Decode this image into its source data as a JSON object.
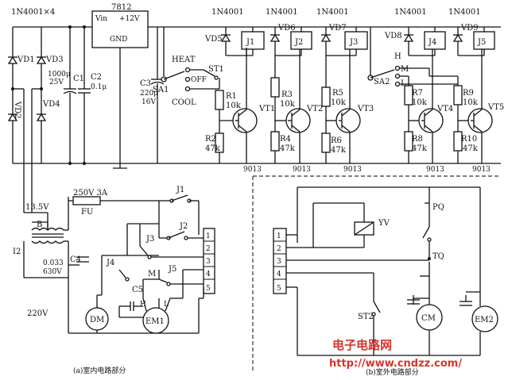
{
  "labels": {
    "bridge": "1N4001×4",
    "reg": "7812",
    "reg_in": "Vin",
    "reg_out": "+12V",
    "reg_gnd": "GND",
    "vd1": "VD1",
    "vd2": "VD2",
    "vd3": "VD3",
    "vd4": "VD4",
    "c1": "C1",
    "c2": "C2",
    "c2v": "0.1μ",
    "c1v1": "1000μ",
    "c1v2": "25V",
    "c3": "C3",
    "c3v1": "220μ",
    "c3v2": "16V",
    "heat": "HEAT",
    "off": "OFF",
    "cool": "COOL",
    "sa1": "SA1",
    "st1": "ST1",
    "r1": "R1",
    "r1v": "10k",
    "r2": "R2",
    "r2v": "47k",
    "r3": "R3",
    "r3v": "10k",
    "r4": "R4",
    "r4v": "47k",
    "r5": "R5",
    "r5v": "10k",
    "r6": "R6",
    "r6v": "47k",
    "r7": "R7",
    "r7v": "10k",
    "r8": "R8",
    "r8v": "47k",
    "r9": "R9",
    "r9v": "10k",
    "r10": "R10",
    "r10v": "47k",
    "diode": "1N4001",
    "vd5": "VD5",
    "vd6": "VD6",
    "vd7": "VD7",
    "vd8": "VD8",
    "vd9": "VD9",
    "j1": "J1",
    "j2": "J2",
    "j3": "J3",
    "j4": "J4",
    "j5": "J5",
    "vt1": "VT1",
    "vt2": "VT2",
    "vt3": "VT3",
    "vt4": "VT4",
    "vt5": "VT5",
    "t9013": "9013",
    "sa2": "SA2",
    "h": "H",
    "m": "M",
    "l": "L",
    "v135": "13.5V",
    "fuse": "250V 3A",
    "fu": "FU",
    "b": "B",
    "i2": "I2",
    "c4": "C4",
    "c4v1": "0.033",
    "c4v2": "630V",
    "v220": "220V",
    "c5": "C5",
    "dm": "DM",
    "em1": "EM1",
    "n1": "1",
    "n2": "2",
    "n3": "3",
    "n4": "4",
    "n5": "5",
    "yv": "YV",
    "pq": "PQ",
    "tq": "TQ",
    "st2": "ST2",
    "cm": "CM",
    "em2": "EM2",
    "cap_a": "(a)室内电路部分",
    "cap_b": "(b)室外电路部分"
  },
  "watermark": {
    "line1": "电子电路网",
    "line2": "http://www.cndzz.com/",
    "color": "#d7342b"
  }
}
